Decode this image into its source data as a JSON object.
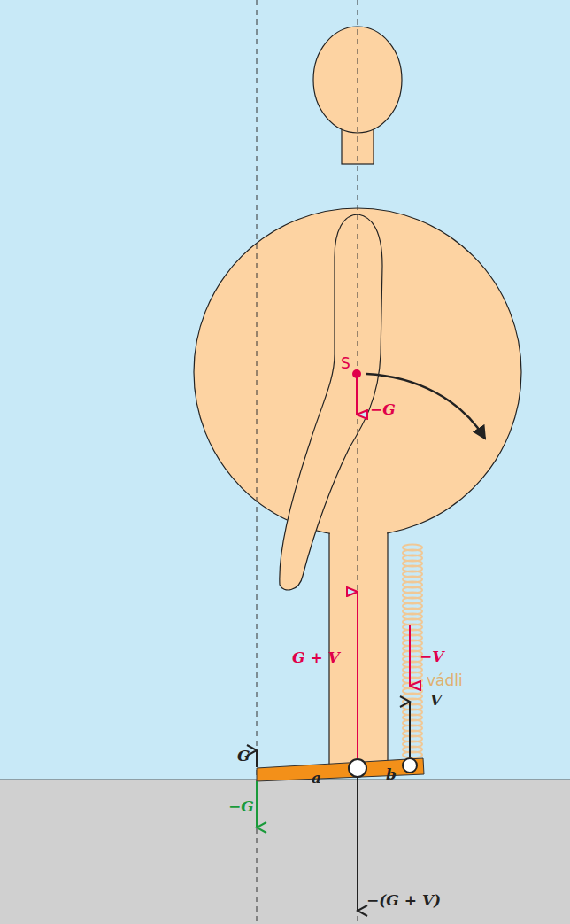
{
  "diagram": {
    "labels": [
      "S",
      "−G",
      "G + V",
      "−V",
      "vádli",
      "V",
      "G",
      "−G",
      "a",
      "b",
      "−(G + V)"
    ]
  }
}
